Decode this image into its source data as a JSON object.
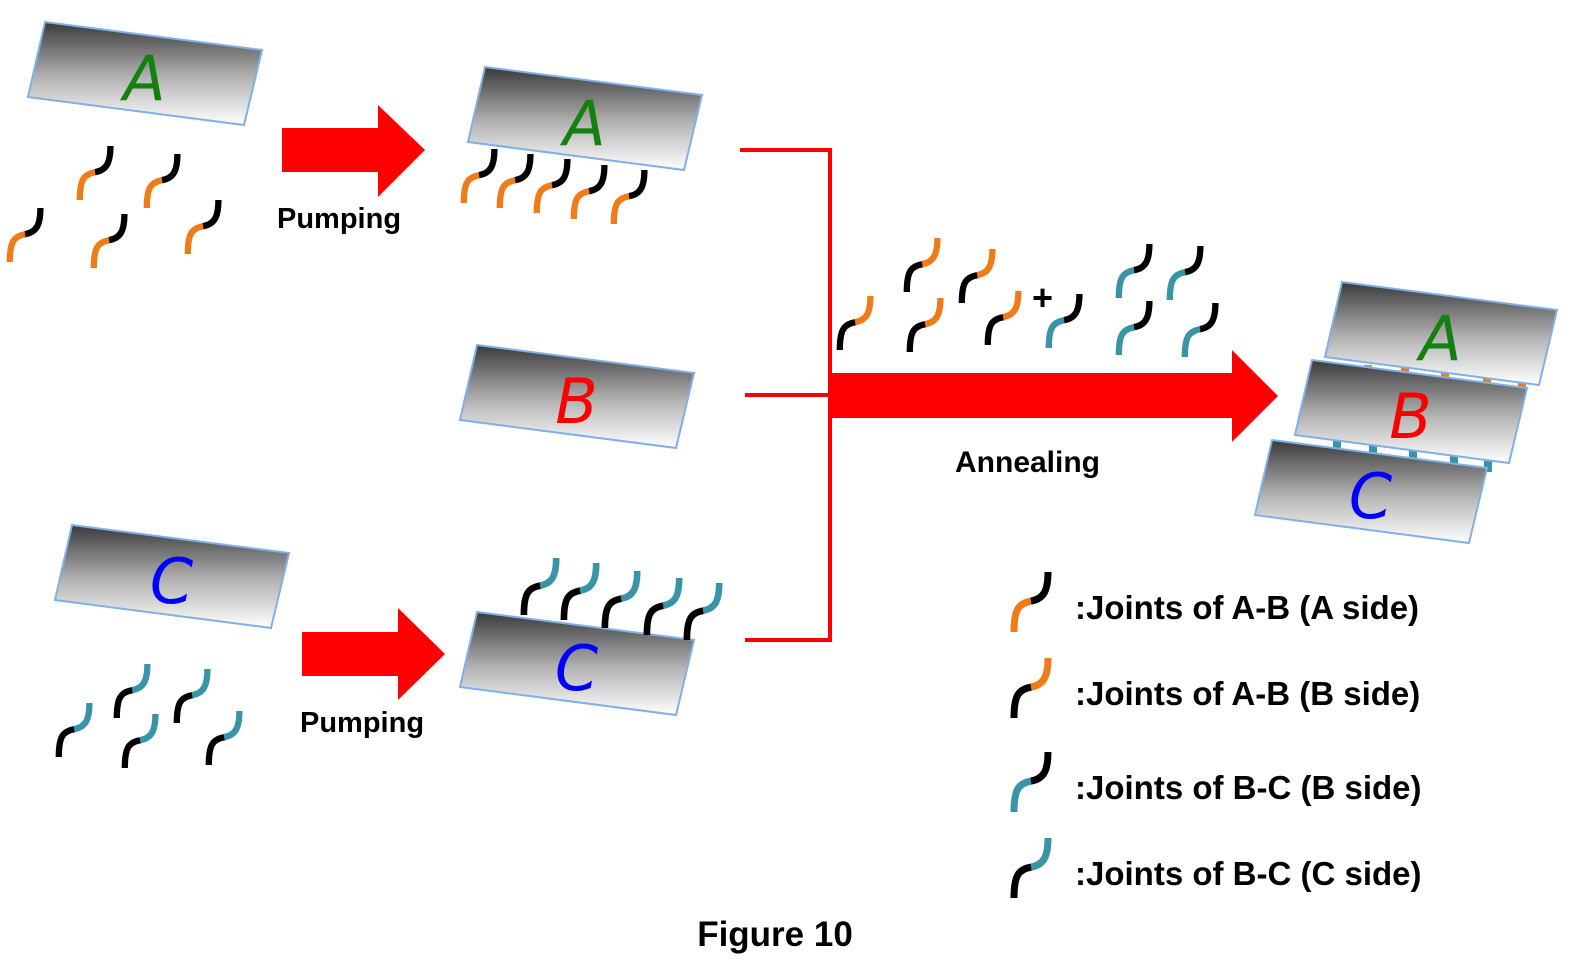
{
  "colors": {
    "arrow": "#ff0000",
    "orange": "#f07c17",
    "teal": "#3a94a8",
    "black": "#000000",
    "letter_a": "#13800f",
    "letter_b": "#ff0000",
    "letter_c": "#0000ff",
    "slab_border": "#7fb0e8"
  },
  "slabs": {
    "a": "A",
    "b": "B",
    "c": "C"
  },
  "labels": {
    "pumping_top": "Pumping",
    "pumping_bottom": "Pumping",
    "annealing": "Annealing",
    "plus": "+",
    "figure": "Figure 10"
  },
  "legend": [
    {
      "type": "ab_a",
      "label": ":Joints of A-B (A side)"
    },
    {
      "type": "ab_b",
      "label": ":Joints of A-B (B side)"
    },
    {
      "type": "bc_b",
      "label": ":Joints of B-C (B side)"
    },
    {
      "type": "bc_c",
      "label": ":Joints of B-C (C side)"
    }
  ],
  "joint_types": {
    "ab_a": {
      "bottom": "orange",
      "top": "black"
    },
    "ab_b": {
      "bottom": "black",
      "top": "orange"
    },
    "bc_b": {
      "bottom": "teal",
      "top": "black"
    },
    "bc_c": {
      "bottom": "black",
      "top": "teal"
    }
  }
}
